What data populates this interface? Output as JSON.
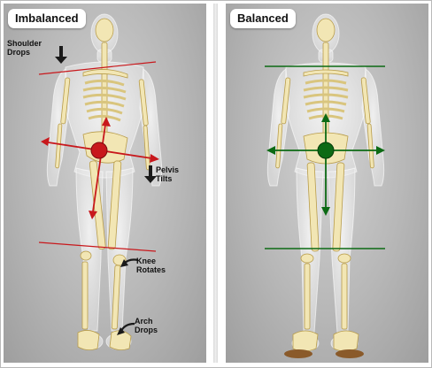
{
  "panels": {
    "left": {
      "title": "Imbalanced",
      "callouts": {
        "shoulder": "Shoulder\nDrops",
        "pelvis": "Pelvis\nTilts",
        "knee": "Knee\nRotates",
        "arch": "Arch\nDrops"
      }
    },
    "right": {
      "title": "Balanced"
    }
  },
  "colors": {
    "imbalanced_line": "#c8181c",
    "balanced_line": "#0c6a14",
    "bone": "#f2e6b4",
    "body": "#f3f3f3"
  },
  "icons": [
    "down-arrow-icon",
    "curved-arrow-icon"
  ]
}
